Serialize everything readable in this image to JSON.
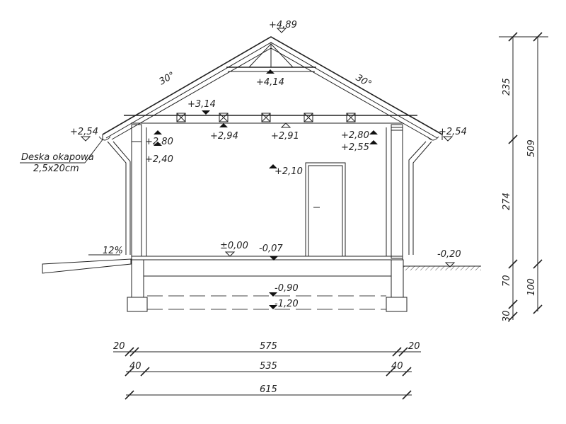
{
  "levels": {
    "apex": "+4,89",
    "collar": "+4,14",
    "plate": "+3,14",
    "ceil_left": "+2,94",
    "ceil_mid": "+2,91",
    "eave_left": "+2,54",
    "eave_right": "+2,54",
    "wall_left_top": "+2,80",
    "wall_left_low": "+2,40",
    "wall_right_top": "+2,80",
    "wall_right_low": "+2,55",
    "door_top": "+2,10",
    "floor": "±0,00",
    "floor_finish": "-0,07",
    "ground": "-0,20",
    "found_top": "-0,90",
    "found_bottom": "-1,20"
  },
  "roof": {
    "angle_left": "30°",
    "angle_right": "30°"
  },
  "annotations": {
    "fascia_line1": "Deska okapowa",
    "fascia_line2": "2,5x20cm",
    "slope": "12%"
  },
  "dims_vertical": {
    "d1": "235",
    "d2": "274",
    "d3": "70",
    "d4": "30",
    "total_upper": "509",
    "total_lower": "100"
  },
  "dims_horizontal": {
    "row1": [
      "20",
      "575",
      "20"
    ],
    "row2": [
      "40",
      "535",
      "40"
    ],
    "row3": "615"
  }
}
